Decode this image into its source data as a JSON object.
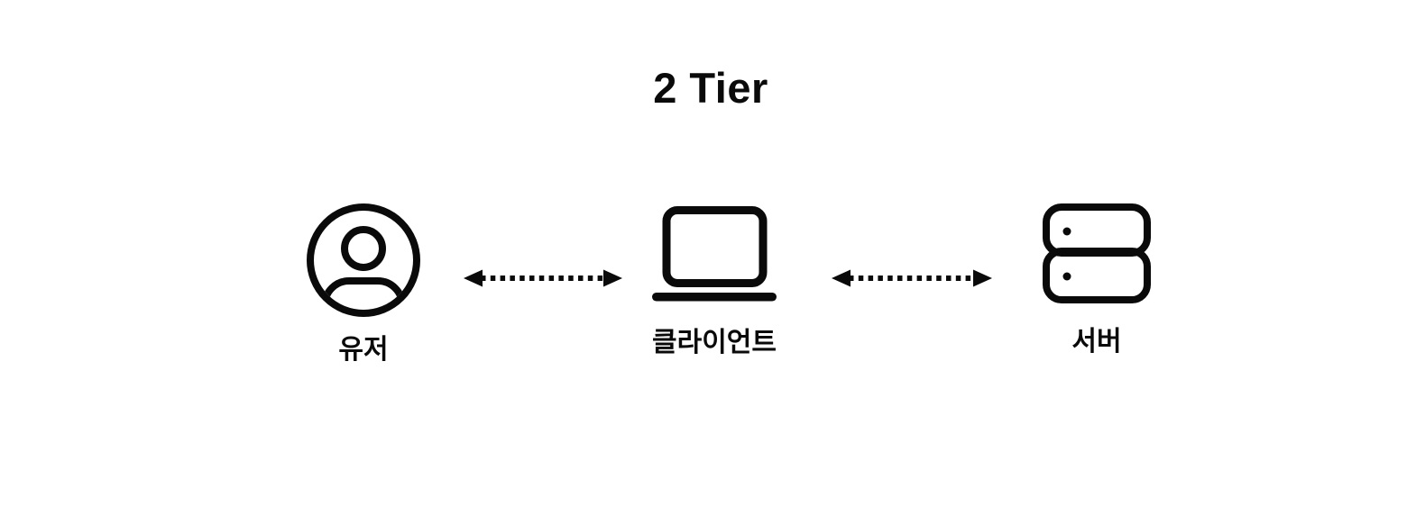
{
  "page": {
    "background": "#ffffff",
    "ink": "#0a0a0a"
  },
  "diagram": {
    "title": "2 Tier",
    "nodes": [
      {
        "id": "user",
        "label": "유저",
        "icon": "user-icon"
      },
      {
        "id": "client",
        "label": "클라이언트",
        "icon": "laptop-icon"
      },
      {
        "id": "server",
        "label": "서버",
        "icon": "server-icon"
      }
    ],
    "connections": [
      {
        "from": "유저",
        "to": "클라이언트",
        "style": "dotted-double-arrow"
      },
      {
        "from": "클라이언트",
        "to": "서버",
        "style": "dotted-double-arrow"
      }
    ]
  }
}
